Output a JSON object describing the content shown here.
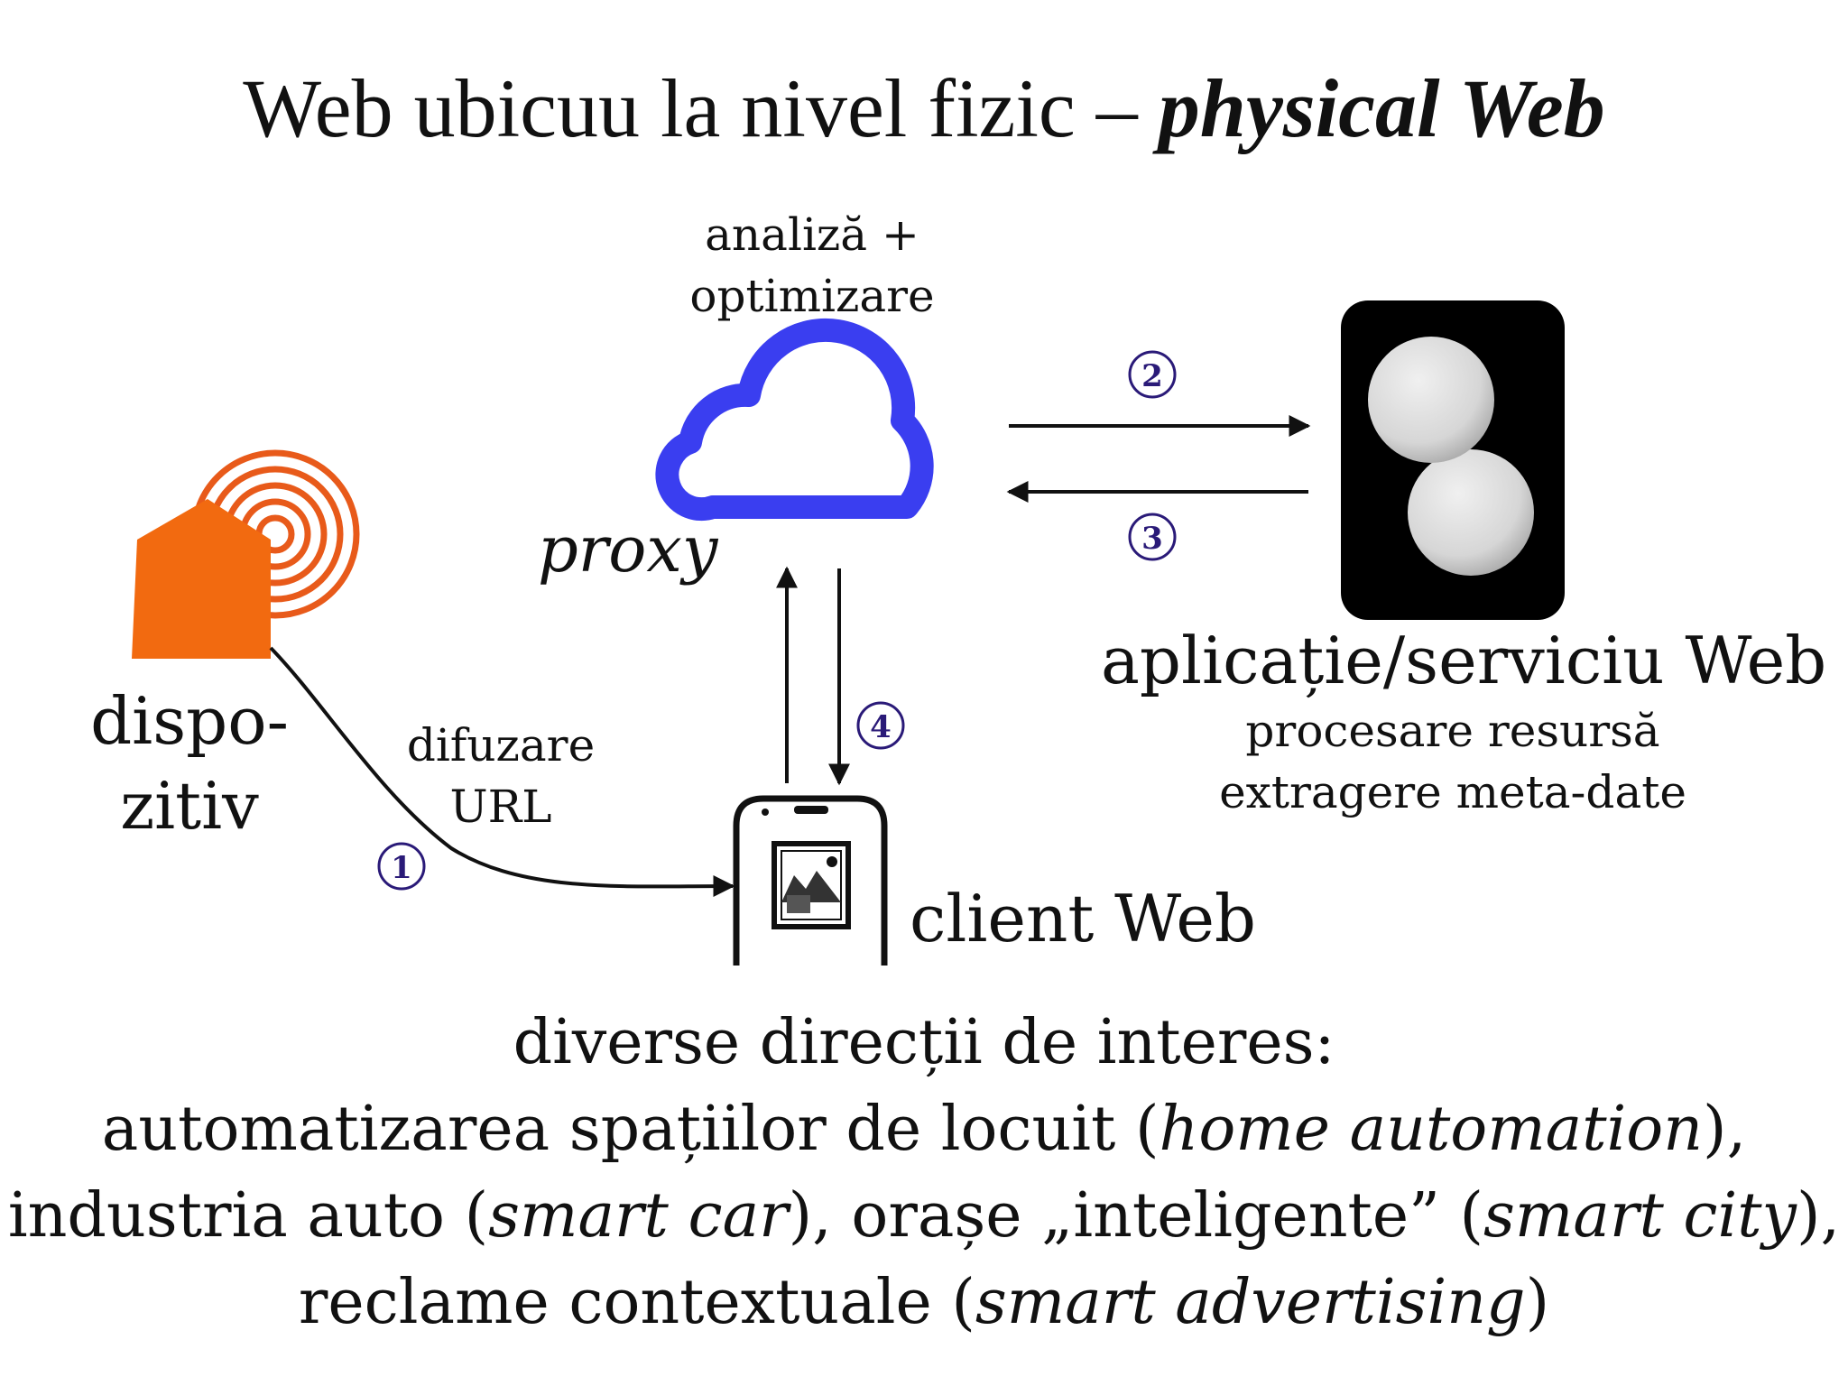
{
  "title": {
    "main": "Web ubicuu la nivel fizic – ",
    "emphasis": "physical Web"
  },
  "proxy": {
    "note_line1": "analiză +",
    "note_line2": "optimizare",
    "label": "proxy"
  },
  "device": {
    "label_line1": "dispo-",
    "label_line2": "zitiv"
  },
  "broadcast": {
    "note_line1": "difuzare",
    "note_line2": "URL"
  },
  "client": {
    "label": "client Web"
  },
  "app": {
    "label": "aplicație/serviciu Web",
    "sub_line1": "procesare resursă",
    "sub_line2": "extragere meta-date"
  },
  "steps": [
    "1",
    "2",
    "3",
    "4"
  ],
  "bottom": {
    "line1": "diverse direcții de interes:",
    "line2_a": "automatizarea spațiilor de locuit (",
    "line2_i": "home automation",
    "line2_b": "),",
    "line3_a": "industria auto (",
    "line3_i1": "smart car",
    "line3_b": "), orașe „inteligente” (",
    "line3_i2": "smart city",
    "line3_c": "),",
    "line4_a": "reclame contextuale (",
    "line4_i": "smart advertising",
    "line4_b": ")"
  },
  "icons": [
    "beacon-icon",
    "cloud-icon",
    "phone-icon",
    "web-app-icon",
    "picture-icon"
  ],
  "colors": {
    "beacon": "#f26a10",
    "cloud": "#3a3ef0",
    "step_number": "#2a1a78",
    "app_bg": "#000000"
  }
}
